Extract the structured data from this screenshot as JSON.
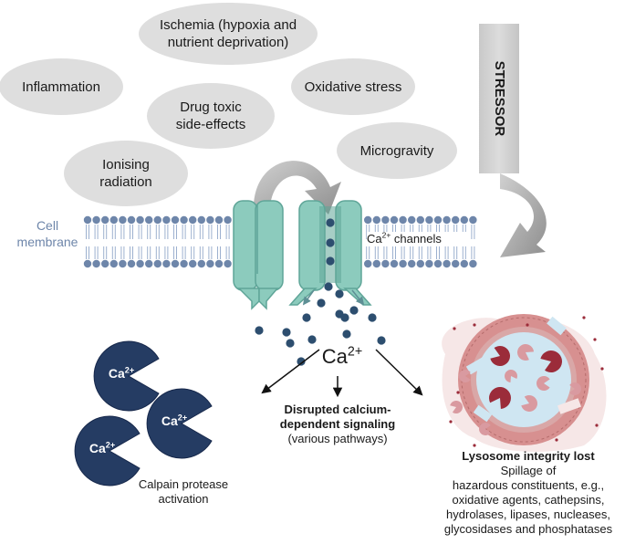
{
  "stressors": [
    {
      "id": "ischemia",
      "line1": "Ischemia (hypoxia and",
      "line2": "nutrient deprivation)"
    },
    {
      "id": "inflammation",
      "line1": "Inflammation",
      "line2": ""
    },
    {
      "id": "oxidative",
      "line1": "Oxidative stress",
      "line2": ""
    },
    {
      "id": "drug",
      "line1": "Drug toxic",
      "line2": "side-effects"
    },
    {
      "id": "microgravity",
      "line1": "Microgravity",
      "line2": ""
    },
    {
      "id": "ionising",
      "line1": "Ionising",
      "line2": "radiation"
    }
  ],
  "stressor_label": "STRESSOR",
  "membrane": {
    "line1": "Cell",
    "line2": "membrane"
  },
  "channels": {
    "prefix": "Ca",
    "sup": "2+",
    "suffix": " channels"
  },
  "center_ion": {
    "base": "Ca",
    "sup": "2+"
  },
  "calpain": {
    "ion_base": "Ca",
    "ion_sup": "2+",
    "line1": "Calpain protease",
    "line2": "activation"
  },
  "signaling": {
    "line1": "Disrupted calcium-",
    "line2": "dependent signaling",
    "line3": "(various pathways)"
  },
  "lysosome": {
    "title": "Lysosome integrity lost",
    "lines": [
      "Spillage of",
      "hazardous constituents, e.g.,",
      "oxidative agents, cathepsins,",
      "hydrolases, lipases, nucleases,",
      "glycosidases and phosphatases"
    ]
  },
  "colors": {
    "cloud": "#dedede",
    "membrane": "#6e86aa",
    "channel": "#8ccbbd",
    "channel_dark": "#5fa598",
    "ion": "#2d4e6f",
    "pacman": "#253c63",
    "lysosome_ring": "#d79090",
    "lysosome_fill": "#cfe6f2",
    "enzyme": "#9b2c3a"
  }
}
